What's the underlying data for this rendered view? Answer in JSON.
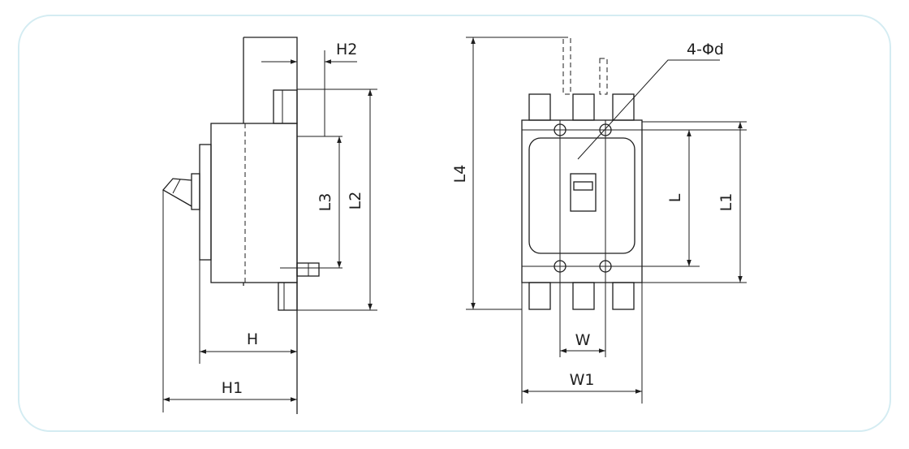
{
  "dimensions": {
    "h2": "H2",
    "l3": "L3",
    "l2": "L2",
    "h": "H",
    "h1": "H1",
    "l4": "L4",
    "hole_spec": "4-Φd",
    "l": "L",
    "l1": "L1",
    "w": "W",
    "w1": "W1"
  }
}
